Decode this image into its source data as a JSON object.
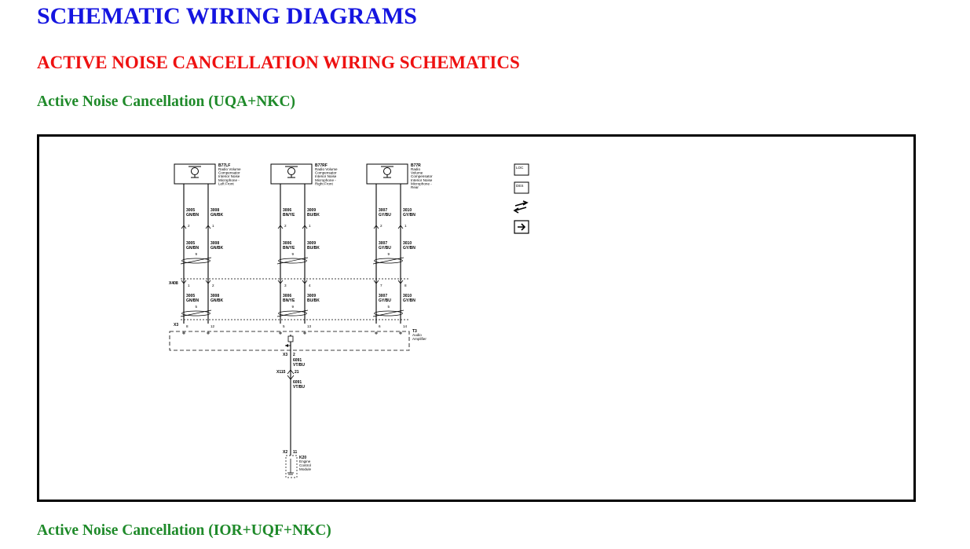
{
  "headings": {
    "main": "SCHEMATIC WIRING DIAGRAMS",
    "section": "ACTIVE NOISE CANCELLATION WIRING SCHEMATICS",
    "diagram1": "Active Noise Cancellation (UQA+NKC)",
    "diagram2": "Active Noise Cancellation (IOR+UQF+NKC)"
  },
  "microphones": [
    {
      "id": "B77LF",
      "desc": [
        "Radio Volume",
        "Compensator",
        "Interior Noise",
        "Microphone -",
        "Left Front"
      ],
      "wires": [
        {
          "circuit": "3005",
          "color": "GN/BN",
          "pin": "2",
          "conn_pin": "1",
          "amp_pin": "8"
        },
        {
          "circuit": "3008",
          "color": "GN/BK",
          "pin": "1",
          "conn_pin": "2",
          "amp_pin": "12"
        }
      ]
    },
    {
      "id": "B77RF",
      "desc": [
        "Radio Volume",
        "Compensator",
        "Interior Noise",
        "Microphone -",
        "Right Front"
      ],
      "wires": [
        {
          "circuit": "3006",
          "color": "BN/YE",
          "pin": "2",
          "conn_pin": "3",
          "amp_pin": "5"
        },
        {
          "circuit": "3009",
          "color": "BU/BK",
          "pin": "1",
          "conn_pin": "4",
          "amp_pin": "13"
        }
      ]
    },
    {
      "id": "B77R",
      "desc": [
        "Radio",
        "Volume",
        "Compensator",
        "Interior Noise",
        "Microphone -",
        "Rear"
      ],
      "wires": [
        {
          "circuit": "3007",
          "color": "GY/BU",
          "pin": "2",
          "conn_pin": "7",
          "amp_pin": "6"
        },
        {
          "circuit": "3010",
          "color": "GY/BN",
          "pin": "1",
          "conn_pin": "8",
          "amp_pin": "14"
        }
      ]
    }
  ],
  "twist_labels": [
    "9",
    "9",
    "9"
  ],
  "twist_labels_lower": [
    "5",
    "9",
    "5"
  ],
  "connectors": {
    "inline": "X408",
    "amp": "X3",
    "amp_lower": "X3",
    "amp_lower_pin": "2",
    "harness": "X115",
    "harness_pin": "21",
    "ecm": "X2",
    "ecm_pin": "11"
  },
  "amplifier": {
    "id": "T3",
    "desc": [
      "Audio",
      "Amplifier"
    ]
  },
  "signal_wire": {
    "circuit": "6091",
    "color": "VT/BU"
  },
  "ecm": {
    "id": "K20",
    "desc": [
      "Engine",
      "Control",
      "Module"
    ]
  },
  "legend_icons": [
    {
      "name": "connector-legend-icon",
      "text": "LOC"
    },
    {
      "name": "description-legend-icon",
      "text": "DES"
    },
    {
      "name": "data-link-icon",
      "text": ""
    },
    {
      "name": "navigation-arrow-icon",
      "text": ""
    }
  ]
}
